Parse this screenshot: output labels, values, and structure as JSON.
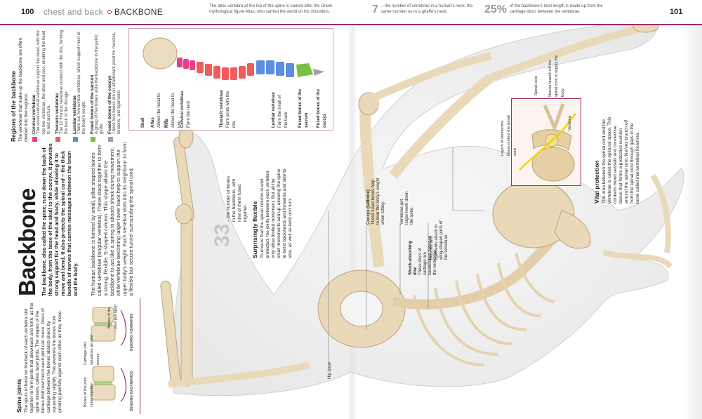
{
  "header": {
    "page_left": "100",
    "section": "chest and back",
    "topic": "BACKBONE",
    "page_right": "101",
    "fact1": "The atlas vertebra at the top of the spine is named after the Greek mythological figure Atlas, who carried the world on his shoulders.",
    "fact2_num": "7",
    "fact2": "– the number of vertebrae in a human's neck, the same number as in a giraffe's neck.",
    "fact3_num": "25%",
    "fact3": "of the backbone's total length is made up from the cartilage discs between the vertebrae."
  },
  "intro": {
    "title": "Backbone",
    "lead": "The backbone, also called the spine, runs down the back of the body, from the base of the skull to the coccyx. It provides strong support for the head and body, while allowing it to move and bend. It also protects the spinal cord – the thick bundle of nerves that carries messages between the brain and the body.",
    "body": "The human backbone is formed by small, pillar-shaped bones called vertebrae (singular vertebra). These stack together to form a strong, flexible, S-shaped column. This shape allows the backbone to act like a spring to absorb shock during movement, while vertebrae becoming larger lower back help to support the upper body's weight. Each vertebra slots into its neighbour to form a flexible but secure tunnel surrounding the spinal cord."
  },
  "regions": {
    "title": "Regions of the backbone",
    "intro": "The vertebrae that make up the backbone are often divided into five regions:",
    "items": [
      {
        "name": "Cervical vertebrae",
        "text": "The seven cervical vertebrae support the head, with the top two vertebrae, the atlas and axis, enabling the head to nod and turn.",
        "color": "#e83d8a"
      },
      {
        "name": "Thoracic vertebrae",
        "text": "The 12 thoracic vertebrae connect with the ribs, forming the back of the ribcage.",
        "color": "#ee5c5c"
      },
      {
        "name": "Lumbar vertebrae",
        "text": "There are five lumbar vertebrae, which support most of the body's weight.",
        "color": "#5b8de0"
      },
      {
        "name": "Fused bones of the sacrum",
        "text": "A group of five bones unite the backbone to the pelvic girdle.",
        "color": "#7ac043"
      },
      {
        "name": "Fused bones of the coccyx",
        "text": "These four bones are an attachment point for muscles, tendons, and ligaments.",
        "color": "#a0a0a0"
      }
    ]
  },
  "diagram_labels": {
    "skull": "Skull",
    "atlas": "Atlas",
    "atlas_note": "Allows the head to nod",
    "axis": "Axis",
    "axis_note": "Allows the head to turn",
    "cervical": "Cervical vertebrae",
    "cervical_note": "Form the neck",
    "thoracic": "Thoracic vertebrae",
    "thoracic_note": "Form joints with the ribs",
    "lumbar": "Lumbar vertebrae",
    "lumbar_note": "Form the small of the back",
    "sacrum": "Fused bones of the sacrum",
    "coccyx": "Fused bones of the coccyx"
  },
  "spine_joints": {
    "title": "Spine joints",
    "text": "The spurs of bone on the back of each vertebra slot together to form joints that allow back and forth, as the spine moves, called facet joints. The shapes of the bones limit how much each joint can move. Discs of cartilage between the bones absorb shock by squashing slightly. This prevents the bones from grinding painfully against each other as they move.",
    "label_bones": "Bones of the joint pull apart",
    "label_cartilage": "Cartilage disc squashes as joint moves",
    "label_bones2": "Bones of the joint come together",
    "bending_forwards": "BENDING FORWARDS",
    "bending_backwards": "BENDING BACKWARDS"
  },
  "stat": {
    "number": "33",
    "text": "– the number of bones in the backbone, with nine of them fused together."
  },
  "surprising": {
    "title": "Surprisingly flexible",
    "text": "To ensure that the spinal column is well protected, the joints between each vertebra only allow limited movement. But all the small movements add up, allowing the spine to bend backwards and forwards and side to side, as well as twist and turn."
  },
  "callouts": {
    "coccyx_title": "Coccyx (tailbone)",
    "coccyx": "These fused bones help to bear the body's weight when sitting.",
    "vertebrae": "Vertebrae get larger lower down the spine.",
    "shock_title": "Shock-absorbing disc",
    "shock": "These discs of cartilage are sandwiched between the vertebrae.",
    "muscles": "Muscles and ligaments attach to wing-shaped parts of the vertebrae.",
    "hip": "Hip bone"
  },
  "vital": {
    "title": "Vital protection",
    "text": "The area between the spinal cord and the vertebrae is called the epidural space. This contains blood vessels and connective tissue that forms a protective cushion around the spinal cord. Nerves branch off from the spinal cord through gaps in the bone called intervertebral foramina.",
    "label_cord": "Spinal cord",
    "label_nerves": "Nerves branch off the spinal cord to supply the body",
    "label_layers": "Layers of connective tissue protect the spinal cord",
    "label_vertebra": "Vertebra"
  }
}
